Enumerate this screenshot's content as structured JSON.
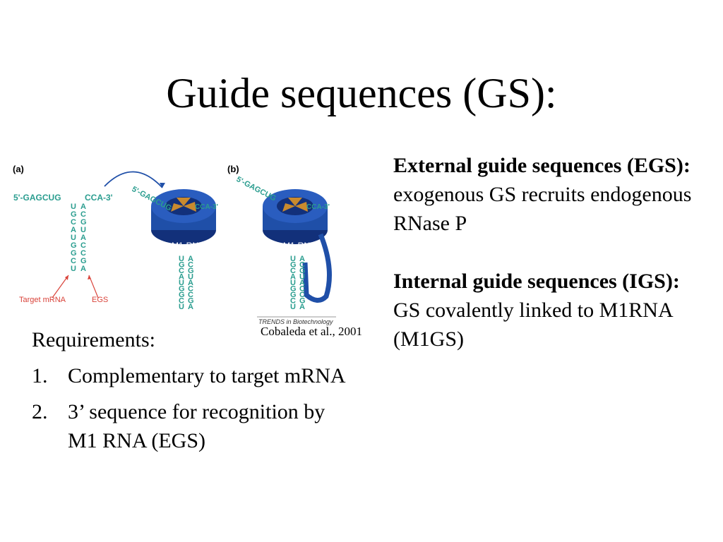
{
  "slide": {
    "title": "Guide sequences (GS):"
  },
  "figure": {
    "panel_a_label": "(a)",
    "panel_b_label": "(b)",
    "strand_5prime": "5'-GAGCUG",
    "strand_3prime": "CCA-3'",
    "m1rna_label": "M1-RNA",
    "target_mrna_label": "Target mRNA",
    "egs_label": "EGS",
    "journal_credit": "TRENDS in Biotechnology",
    "stem_left_letters": [
      "U",
      "G",
      "C",
      "A",
      "U",
      "G",
      "G",
      "C",
      "U"
    ],
    "stem_right_letters": [
      "A",
      "C",
      "G",
      "U",
      "A",
      "C",
      "C",
      "G",
      "A"
    ],
    "colors": {
      "sequence_text": "#2a9d8f",
      "ring_blue": "#1f4fa8",
      "ring_dark": "#12307a",
      "orange_wedge": "#c98a2e",
      "arrow_red": "#d9433a",
      "caption_red": "#d9433a"
    }
  },
  "citation": "Cobaleda et al., 2001",
  "egs": {
    "term": "External guide sequences (EGS):",
    "description": " exogenous GS recruits endogenous RNase P"
  },
  "igs": {
    "term": "Internal guide sequences (IGS):",
    "description": " GS covalently linked to M1RNA (M1GS)"
  },
  "requirements": {
    "heading": "Requirements:",
    "items": [
      {
        "number": "1.",
        "text": "Complementary to target mRNA"
      },
      {
        "number": "2.",
        "text": "3’ sequence for recognition by M1 RNA (EGS)"
      }
    ]
  }
}
